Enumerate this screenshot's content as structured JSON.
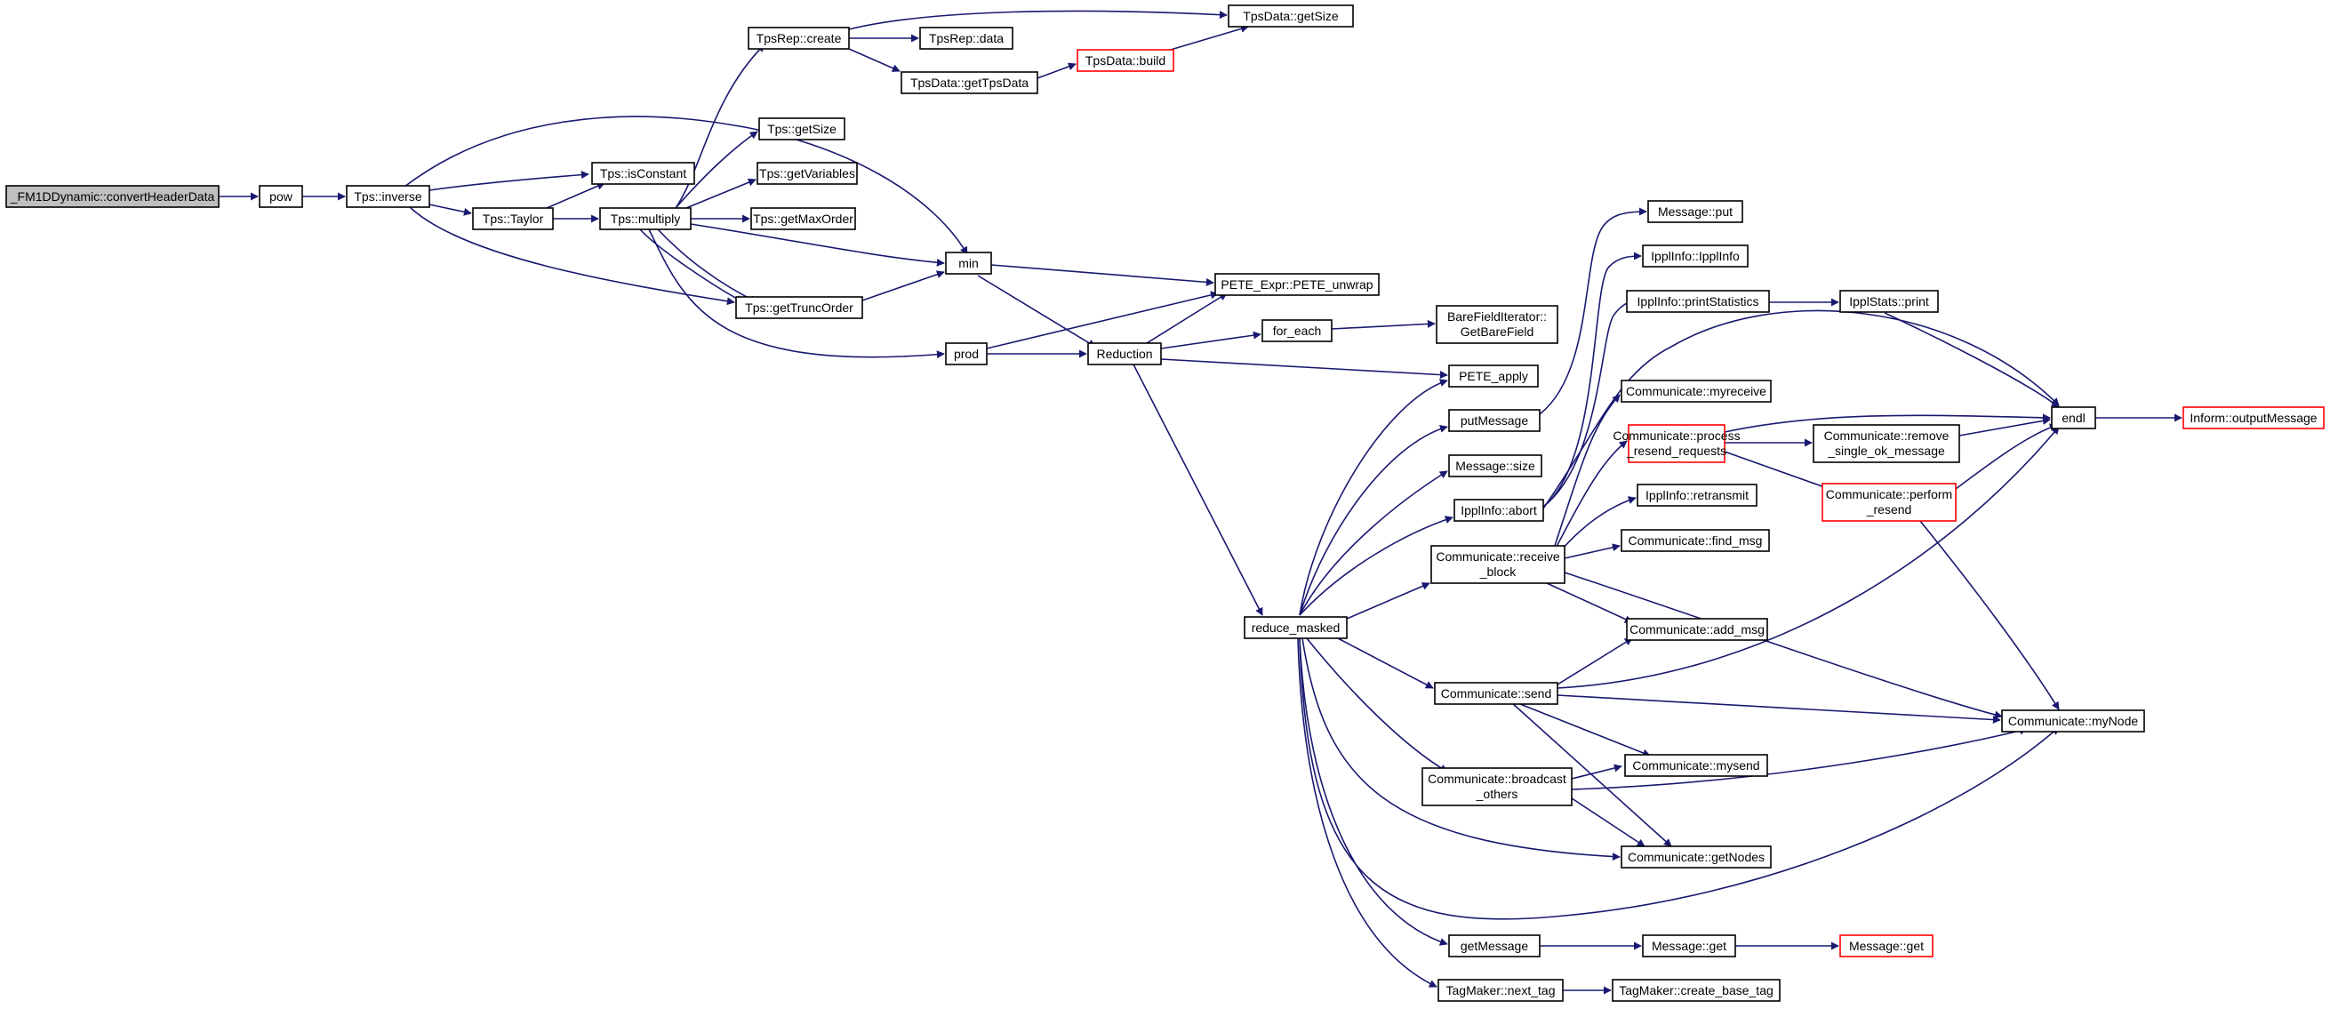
{
  "colors": {
    "edge": "#191970",
    "node_border": "#000000",
    "node_fill": "#ffffff",
    "root_fill": "#bfbfbf",
    "truncated_border": "#ff0000"
  },
  "nodes": {
    "root": "_FM1DDynamic::convertHeaderData",
    "pow": "pow",
    "tps_inverse": "Tps::inverse",
    "tps_isconstant": "Tps::isConstant",
    "tps_taylor": "Tps::Taylor",
    "tps_multiply": "Tps::multiply",
    "tpsrep_create": "TpsRep::create",
    "tpsrep_data": "TpsRep::data",
    "tpsdata_gettpsdata": "TpsData::getTpsData",
    "tpsdata_build": "TpsData::build",
    "tpsdata_getsize": "TpsData::getSize",
    "tps_getsize": "Tps::getSize",
    "tps_getvariables": "Tps::getVariables",
    "tps_getmaxorder": "Tps::getMaxOrder",
    "tps_gettruncorder": "Tps::getTruncOrder",
    "min": "min",
    "prod": "prod",
    "reduction": "Reduction",
    "pete_unwrap": "PETE_Expr::PETE_unwrap",
    "for_each": "for_each",
    "barefield_l1": "BareFieldIterator::",
    "barefield_l2": "GetBareField",
    "pete_apply": "PETE_apply",
    "reduce_masked": "reduce_masked",
    "putmessage": "putMessage",
    "message_size": "Message::size",
    "ipplinfo_abort": "IpplInfo::abort",
    "receive_block_l1": "Communicate::receive",
    "receive_block_l2": "_block",
    "comm_send": "Communicate::send",
    "broadcast_l1": "Communicate::broadcast",
    "broadcast_l2": "_others",
    "getmessage": "getMessage",
    "tagmaker_next": "TagMaker::next_tag",
    "message_put": "Message::put",
    "ipplinfo_ipplinfo": "IpplInfo::IpplInfo",
    "ipplinfo_printstats": "IpplInfo::printStatistics",
    "ipplstats_print": "IpplStats::print",
    "comm_myreceive": "Communicate::myreceive",
    "process_resend_l1": "Communicate::process",
    "process_resend_l2": "_resend_requests",
    "remove_single_l1": "Communicate::remove",
    "remove_single_l2": "_single_ok_message",
    "perform_resend_l1": "Communicate::perform",
    "perform_resend_l2": "_resend",
    "ipplinfo_retransmit": "IpplInfo::retransmit",
    "comm_find_msg": "Communicate::find_msg",
    "comm_add_msg": "Communicate::add_msg",
    "comm_mynode": "Communicate::myNode",
    "comm_mysend": "Communicate::mysend",
    "comm_getnodes": "Communicate::getNodes",
    "message_get": "Message::get",
    "message_get2": "Message::get",
    "tagmaker_create": "TagMaker::create_base_tag",
    "endl": "endl",
    "inform_output": "Inform::outputMessage"
  }
}
